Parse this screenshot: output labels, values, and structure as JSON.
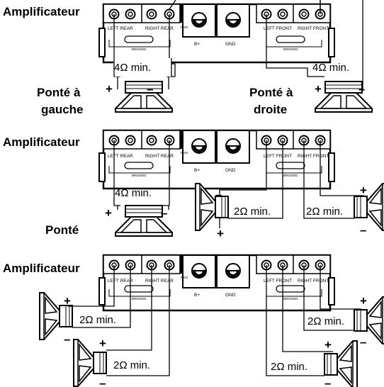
{
  "diagram1": {
    "amp_label": "Amplificateur",
    "left_rear": "LEFT REAR",
    "right_rear": "RIGHT REAR",
    "rem": "REM",
    "bplus": "B+",
    "gnd": "GND",
    "left_front": "LEFT FRONT",
    "right_front": "RIGHT FRONT",
    "bridged": "BRIDGED",
    "imp_left": "4Ω min.",
    "imp_right": "4Ω min.",
    "bridge_left_1": "Ponté à",
    "bridge_left_2": "gauche",
    "bridge_right_1": "Ponté à",
    "bridge_right_2": "droite"
  },
  "diagram2": {
    "amp_label": "Amplificateur",
    "left_rear": "LEFT REAR",
    "right_rear": "RIGHT REAR",
    "rem": "REM",
    "bplus": "B+",
    "gnd": "GND",
    "left_front": "LEFT FRONT",
    "right_front": "RIGHT FRONT",
    "bridged": "BRIDGED",
    "imp_bridge": "4Ω min.",
    "imp_a": "2Ω min.",
    "imp_b": "2Ω min.",
    "bridge_label": "Ponté"
  },
  "diagram3": {
    "amp_label": "Amplificateur",
    "left_rear": "LEFT REAR",
    "right_rear": "RIGHT REAR",
    "rem": "REM",
    "bplus": "B+",
    "gnd": "GND",
    "left_front": "LEFT FRONT",
    "right_front": "RIGHT FRONT",
    "bridged": "BRIDGED",
    "imp_1": "2Ω min.",
    "imp_2": "2Ω min.",
    "imp_3": "2Ω min.",
    "imp_4": "2Ω min."
  }
}
